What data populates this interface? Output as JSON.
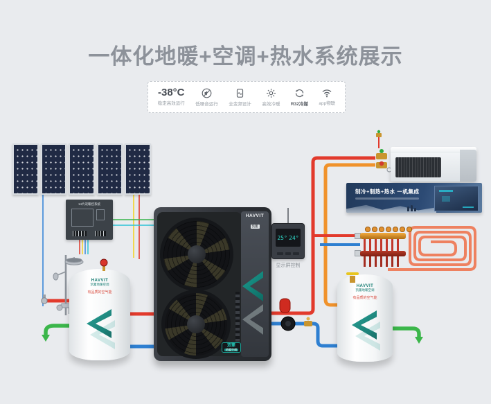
{
  "title": "一体化地暖+空调+热水系统展示",
  "features": {
    "items": [
      {
        "label": "-38°C",
        "caption": "稳定高效运行",
        "icon": "temperature"
      },
      {
        "caption": "低噪音运行",
        "icon": "mute-speaker"
      },
      {
        "caption": "全变频设计",
        "icon": "inverter"
      },
      {
        "caption": "高效冷暖",
        "icon": "sun-snowflake"
      },
      {
        "caption": "R32冷媒",
        "icon": "refrigerant-cycle"
      },
      {
        "caption": "app物联",
        "icon": "wifi"
      }
    ]
  },
  "solar": {
    "panel_count": 5,
    "controller_label": "14片双暖控系统"
  },
  "heat_pump": {
    "brand": "HAVVIT",
    "brand_sub": "凯暠",
    "badge_top": "双擎",
    "badge_bottom": "地暖空调"
  },
  "thermostat": {
    "display_left": "25°",
    "display_right": "24°",
    "caption": "显示屏控制"
  },
  "banner": {
    "headline": "制冷+制热+热水  一机集成"
  },
  "tank_left": {
    "brand": "HAVVIT",
    "brand_sub": "凯暠地暖空调",
    "tagline": "有品质的空气能"
  },
  "tank_right": {
    "brand": "HAVVIT",
    "brand_sub": "凯暠地暖空调",
    "tagline": "有品质的空气能"
  },
  "colors": {
    "brand_teal": "#14897e",
    "pipe_hot": "#e23a2c",
    "pipe_cold": "#2e7fd1",
    "pipe_ac": "#f0922b",
    "arrow_green": "#3bb64a",
    "coil": "#ee8160",
    "title_gray": "#8d929a"
  }
}
